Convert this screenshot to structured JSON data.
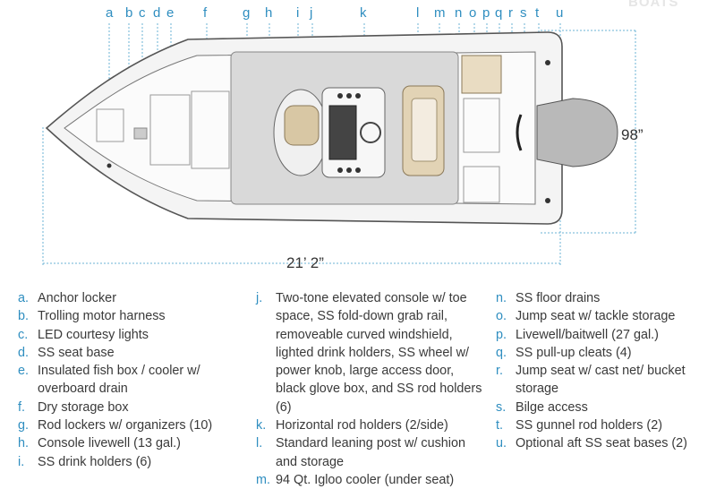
{
  "brand": "BOATS",
  "callout_letters": [
    "a",
    "b",
    "c",
    "d",
    "e",
    "f",
    "g",
    "h",
    "i",
    "j",
    "k",
    "l",
    "m",
    "n",
    "o",
    "p",
    "q",
    "r",
    "s",
    "t",
    "u"
  ],
  "dimensions": {
    "length": "21’ 2”",
    "beam": "98”"
  },
  "legend": [
    {
      "letter": "a.",
      "text": "Anchor locker"
    },
    {
      "letter": "b.",
      "text": "Trolling motor harness"
    },
    {
      "letter": "c.",
      "text": "LED courtesy lights"
    },
    {
      "letter": "d.",
      "text": "SS seat base"
    },
    {
      "letter": "e.",
      "text": "Insulated fish box / cooler w/ overboard drain"
    },
    {
      "letter": "f.",
      "text": "Dry storage box"
    },
    {
      "letter": "g.",
      "text": "Rod lockers w/ organizers (10)"
    },
    {
      "letter": "h.",
      "text": "Console livewell (13 gal.)"
    },
    {
      "letter": "i.",
      "text": "SS drink holders (6)"
    },
    {
      "letter": "j.",
      "text": "Two-tone elevated console w/ toe space, SS fold-down grab rail, removeable curved windshield, lighted drink holders, SS wheel w/ power knob, large access door, black glove box, and SS rod holders (6)"
    },
    {
      "letter": "k.",
      "text": "Horizontal rod holders (2/side)"
    },
    {
      "letter": "l.",
      "text": "Standard leaning post w/ cushion and storage"
    },
    {
      "letter": "m.",
      "text": "94 Qt. Igloo cooler (under seat)"
    },
    {
      "letter": "n.",
      "text": "SS floor drains"
    },
    {
      "letter": "o.",
      "text": "Jump seat w/ tackle storage"
    },
    {
      "letter": "p.",
      "text": "Livewell/baitwell (27 gal.)"
    },
    {
      "letter": "q.",
      "text": "SS pull-up cleats (4)"
    },
    {
      "letter": "r.",
      "text": "Jump seat w/ cast net/ bucket storage"
    },
    {
      "letter": "s.",
      "text": "Bilge access"
    },
    {
      "letter": "t.",
      "text": "SS gunnel rod holders (2)"
    },
    {
      "letter": "u.",
      "text": "Optional aft SS seat bases (2)"
    }
  ]
}
